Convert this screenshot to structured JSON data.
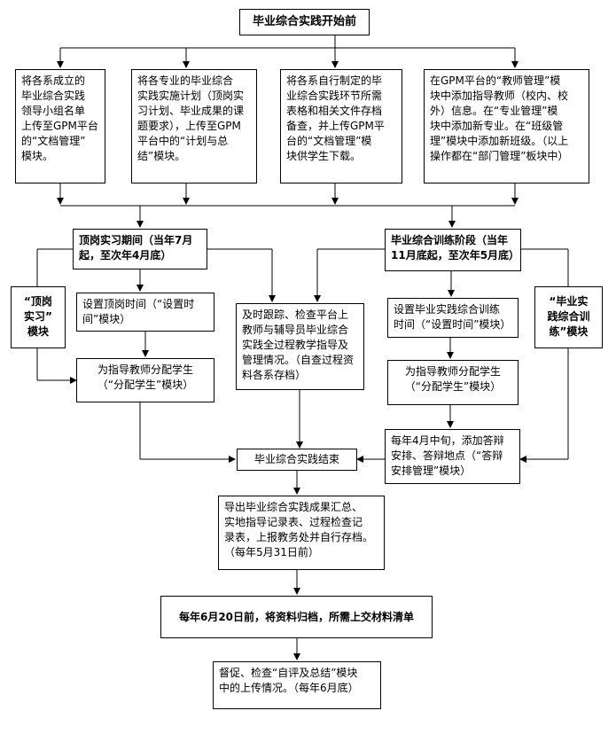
{
  "start": "毕业综合实践开始前",
  "prep_boxes": [
    {
      "text": "将各系成立的\n毕业综合实践\n领导小组名单\n上传至GPM平台\n的“文档管理”\n模块。"
    },
    {
      "text": "将各专业的毕业综合\n实践实施计划（顶岗实\n习计划、毕业成果的课\n题要求），上传至GPM\n平台中的“计划与总\n结”模块。"
    },
    {
      "text": "将各系自行制定的毕\n业综合实践环节所需\n表格和相关文件存档\n备查，并上传GPM平\n台的“文档管理”模\n块供学生下载。"
    },
    {
      "text": "在GPM平台的“教师管理”模\n块中添加指导教师（校内、校\n外）信息。在“专业管理”模\n块中添加新专业。在“班级管\n理”模块中添加新班级。（以上\n操作都在“部门管理”板块中）"
    }
  ],
  "internship_period": "顶岗实习期间（当年7月\n起，至次年4月底）",
  "internship_module": "“顶岗\n实习”\n模块",
  "set_internship_time": "设置顶岗时间（“设置时\n间”模块）",
  "assign_students_left": "为指导教师分配学生\n（“分配学生”模块）",
  "tracking": "及时跟踪、检查平台上\n教师与辅导员毕业综合\n实践全过程教学指导及\n管理情况。（自查过程资\n料各系存档）",
  "training_stage": "毕业综合训练阶段（当年\n11月底起，至次年5月底）",
  "training_module": "“毕业实\n践综合训\n练”模块",
  "set_training_time": "设置毕业实践综合训练\n时间（“设置时间”模块）",
  "assign_students_right": "为指导教师分配学生\n（“分配学生”模块）",
  "defense": "每年4月中旬，添加答辩\n安排、答辩地点（“答辩\n安排管理”模块）",
  "end": "毕业综合实践结束",
  "export": "导出毕业综合实践成果汇总、\n实地指导记录表、过程检查记\n录表，上报教务处并自行存档。\n（每年5月31日前）",
  "archive": "每年6月20日前，将资料归档，所需上交材料清单",
  "supervise": "督促、检查“自评及总结”模块\n中的上传情况。（每年6月底）"
}
